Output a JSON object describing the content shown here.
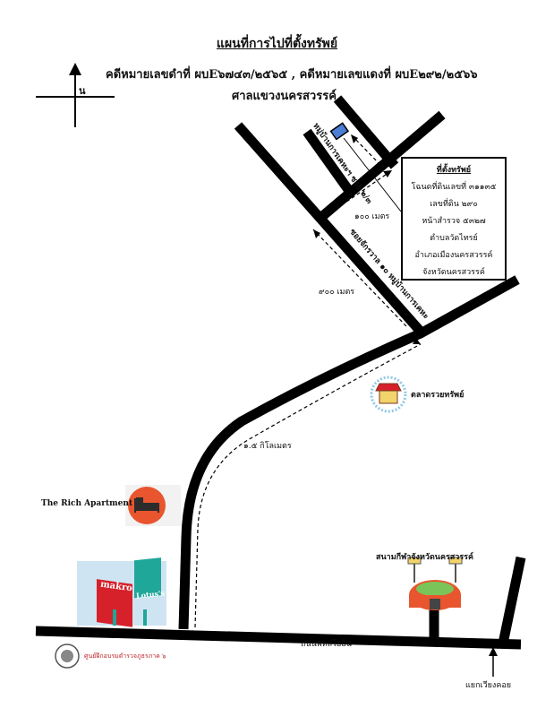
{
  "title": "แผนที่การไปที่ตั้งทรัพย์",
  "case_numbers": "คดีหมายเลขดำที่ ผบE๖๗๔๓/๒๕๖๕ , คดีหมายเลขแดงที่ ผบE๒๙๒/๒๕๖๖",
  "court": "ศาลแขวงนครสวรรค์",
  "compass_letter": "น",
  "property_box": {
    "heading": "ที่ตั้งทรัพย์",
    "lines": [
      "โฉนดที่ดินเลขที่ ๓๑๑๓๕",
      "เลขที่ดิน ๒๙๐",
      "หน้าสำรวจ ๕๓๒๗",
      "ตำบลวัดไทรย์",
      "อำเภอเมืองนครสวรรค์",
      "จังหวัดนครสวรรค์"
    ]
  },
  "labels": {
    "soi_upper": "หมู่บ้านการเคหะฯ ซอย ๒/๓",
    "soi_main": "ซอยจักรวาล ๑๐ หมู่บ้านการเคหะ",
    "dist_100": "๑๐๐ เมตร",
    "dist_900": "๙๐๐ เมตร",
    "dist_1_5km": "๑.๕ กิโลเมตร",
    "market": "ตลาดรวยทรัพย์",
    "rich_apartment": "The Rich Apartment",
    "stadium": "สนามกีฬาจังหวัดนครสวรรค์",
    "main_road": "ถนนพหลโยธิน",
    "intersection": "แยกเวียงคอย",
    "makro": "makro",
    "lotus": "Lotus's",
    "logo_text": "ศูนย์ฝึกอบรมตำรวจภูธรภาค ๖"
  },
  "colors": {
    "road": "#000000",
    "property_marker": "#4a7fd4",
    "makro_red": "#d6202a",
    "lotus_teal": "#1fa79a",
    "stadium_orange": "#e8552e",
    "market_blue": "#8fc7e6"
  }
}
